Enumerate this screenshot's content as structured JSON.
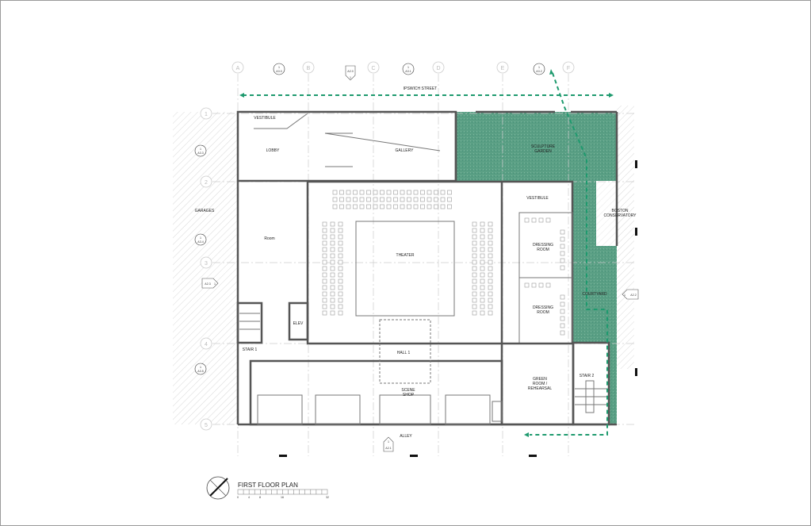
{
  "title": "FIRST FLOOR PLAN",
  "scale_ticks": [
    "0",
    "4",
    "8",
    "16",
    "32"
  ],
  "grid_columns": [
    "A",
    "B",
    "C",
    "D",
    "E",
    "F"
  ],
  "grid_rows": [
    "1",
    "2",
    "3",
    "4",
    "5"
  ],
  "streets": {
    "top": "IPSWICH STREET",
    "bottom": "ALLEY"
  },
  "rooms": {
    "vestibule_front": "VESTIBULE",
    "lobby": "LOBBY",
    "gallery": "GALLERY",
    "sculpture_garden": [
      "SCULPTURE",
      "GARDEN"
    ],
    "garages": "GARAGES",
    "room": "Room",
    "theater": "THEATER",
    "vestibule_side": "VESTIBULE",
    "dressing_room_1": [
      "DRESSING",
      "ROOM"
    ],
    "dressing_room_2": [
      "DRESSING",
      "ROOM"
    ],
    "boston_conservatory": [
      "BOSTON",
      "CONSERVATORY"
    ],
    "courtyard": "COURTYARD",
    "elev": "ELEV",
    "stair_1": "STAIR 1",
    "hall_1": "HALL 1",
    "scene_shop": [
      "SCENE",
      "SHOP"
    ],
    "green_room": [
      "GREEN",
      "ROOM /",
      "REHEARSAL"
    ],
    "stair_2": "STAIR 2"
  },
  "section_tags": {
    "a30": {
      "num": "1",
      "sheet": "A3.0"
    },
    "a31": {
      "num": "1",
      "sheet": "A3.1"
    },
    "a32": {
      "num": "1",
      "sheet": "A3.2"
    },
    "a33": {
      "num": "1",
      "sheet": "A3.3"
    },
    "a34": {
      "num": "1",
      "sheet": "A3.4"
    },
    "a35": {
      "num": "1",
      "sheet": "A3.5"
    }
  },
  "elevation_tags": {
    "a20": {
      "num": "1",
      "sheet": "A2.0"
    },
    "a21": {
      "num": "1",
      "sheet": "A2.1"
    },
    "a22": {
      "num": "1",
      "sheet": "A2.2"
    },
    "a23": {
      "num": "1",
      "sheet": "A2.3"
    }
  },
  "colors": {
    "green_space": "#4f9a7e",
    "route": "#1e9a6e",
    "wall": "#555555"
  }
}
